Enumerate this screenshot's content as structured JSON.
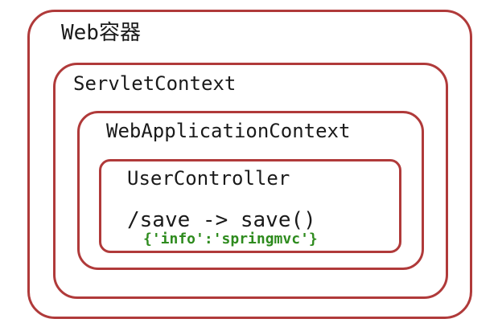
{
  "diagram": {
    "web_container": {
      "label": "Web容器"
    },
    "servlet_context": {
      "label": "ServletContext"
    },
    "web_application_context": {
      "label": "WebApplicationContext"
    },
    "user_controller": {
      "label": "UserController",
      "mapping": "/save -> save()",
      "result": "{'info':'springmvc'}"
    }
  },
  "colors": {
    "border": "#b03a3a",
    "text": "#1a1a1a",
    "result_text": "#2e8b1e"
  }
}
